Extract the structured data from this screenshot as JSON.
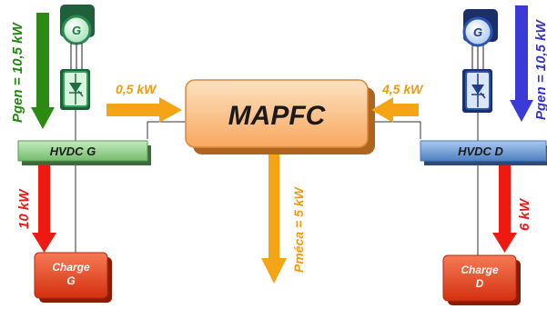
{
  "center": {
    "label": "MAPFC"
  },
  "left": {
    "generator_label": "G",
    "pgen_label": "Pgen = 10,5 kW",
    "hvdc_label": "HVDC G",
    "load_power_label": "10 kW",
    "load_label_line1": "Charge",
    "load_label_line2": "G",
    "in_power_label": "0,5 kW"
  },
  "right": {
    "generator_label": "G",
    "pgen_label": "Pgen = 10,5 kW",
    "hvdc_label": "HVDC D",
    "load_power_label": "6 kW",
    "load_label_line1": "Charge",
    "load_label_line2": "D",
    "in_power_label": "4,5 kW"
  },
  "bottom": {
    "pmeca_label": "Pméca = 5 kW"
  },
  "colors": {
    "green_arrow": "#2a8a12",
    "blue_arrow": "#3a3ad8",
    "orange_arrow": "#f5a416",
    "red_arrow": "#ee1a12",
    "load_box": "#e8401e",
    "mapfc_box": "#fbc489",
    "hvdc_left": "#8fcf8a",
    "hvdc_right": "#6f9fd6"
  }
}
